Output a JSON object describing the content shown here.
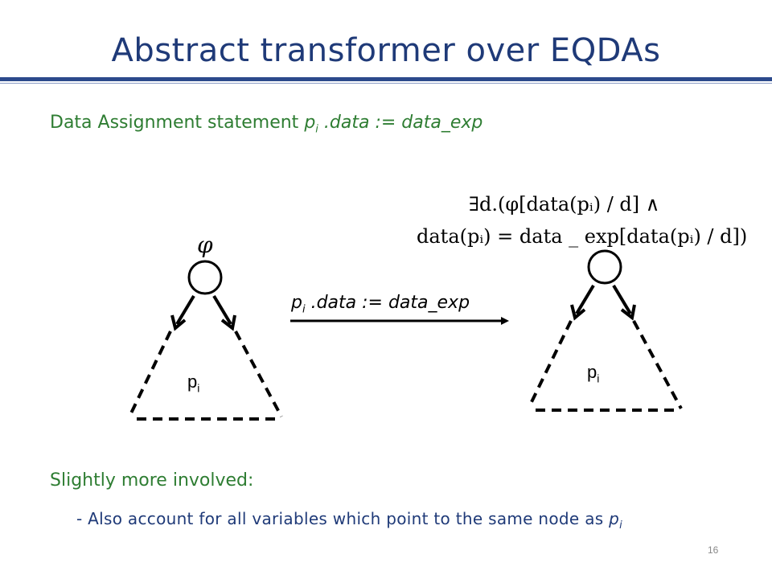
{
  "slide": {
    "title": "Abstract transformer over EQDAs",
    "statement_prefix": "Data Assignment statement ",
    "statement_var": "p",
    "statement_sub": "i",
    "statement_rest": " .data := data_exp",
    "formula_line1": "∃d.(φ[data(pᵢ) / d] ∧",
    "formula_line2": "data(pᵢ) = data _ exp[data(pᵢ) / d])",
    "phi": "φ",
    "edge_label_var": "p",
    "edge_label_sub": "i",
    "edge_label_rest": " .data := data_exp",
    "node_label_left": "p",
    "node_label_left_sub": "i",
    "node_label_right": "p",
    "node_label_right_sub": "i",
    "subheading": "Slightly more involved:",
    "bullet_text": "- Also account for all variables which point to the same node as ",
    "bullet_var": "p",
    "bullet_sub": "i",
    "page_number": "16"
  },
  "colors": {
    "title": "#1f3a78",
    "green_text": "#2e7d32",
    "bullet": "#1f3a78"
  }
}
